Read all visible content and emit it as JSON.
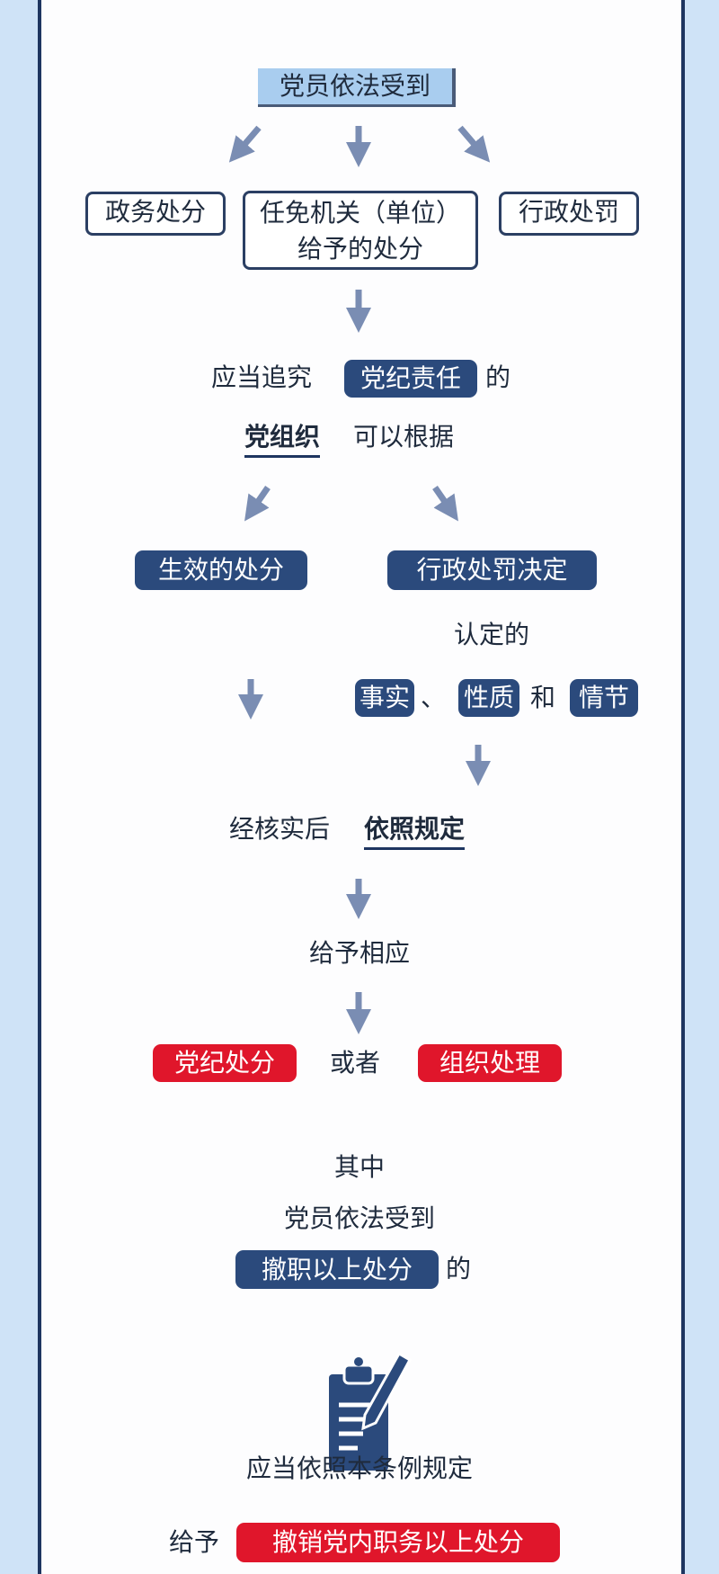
{
  "top_title": "党员依法受到",
  "sources": [
    "政务处分",
    "任免机关（单位）",
    "给予的处分",
    "行政处罚"
  ],
  "line1": {
    "prefix": "应当追究",
    "highlight": "党纪责任",
    "suffix": "的"
  },
  "line2": {
    "emphasis": "党组织",
    "suffix": "可以根据"
  },
  "basis": [
    "生效的处分",
    "行政处罚决定"
  ],
  "recognized": "认定的",
  "facts": {
    "a": "事实",
    "sep": "、",
    "b": "性质",
    "and": "和",
    "c": "情节"
  },
  "line3": {
    "prefix": "经核实后",
    "emphasis": "依照规定"
  },
  "line4": "给予相应",
  "outcomes": {
    "a": "党纪处分",
    "or": "或者",
    "b": "组织处理"
  },
  "among": "其中",
  "line5": "党员依法受到",
  "line6": {
    "highlight": "撤职以上处分",
    "suffix": "的"
  },
  "icon": "clipboard-pen-icon",
  "line7": "应当依照本条例规定",
  "line8": {
    "prefix": "给予",
    "highlight": "撤销党内职务以上处分"
  },
  "colors": {
    "navy": "#2b4a7c",
    "red": "#e0162b",
    "arrow": "#7a8db3",
    "title_bg": "#a9cdef"
  }
}
